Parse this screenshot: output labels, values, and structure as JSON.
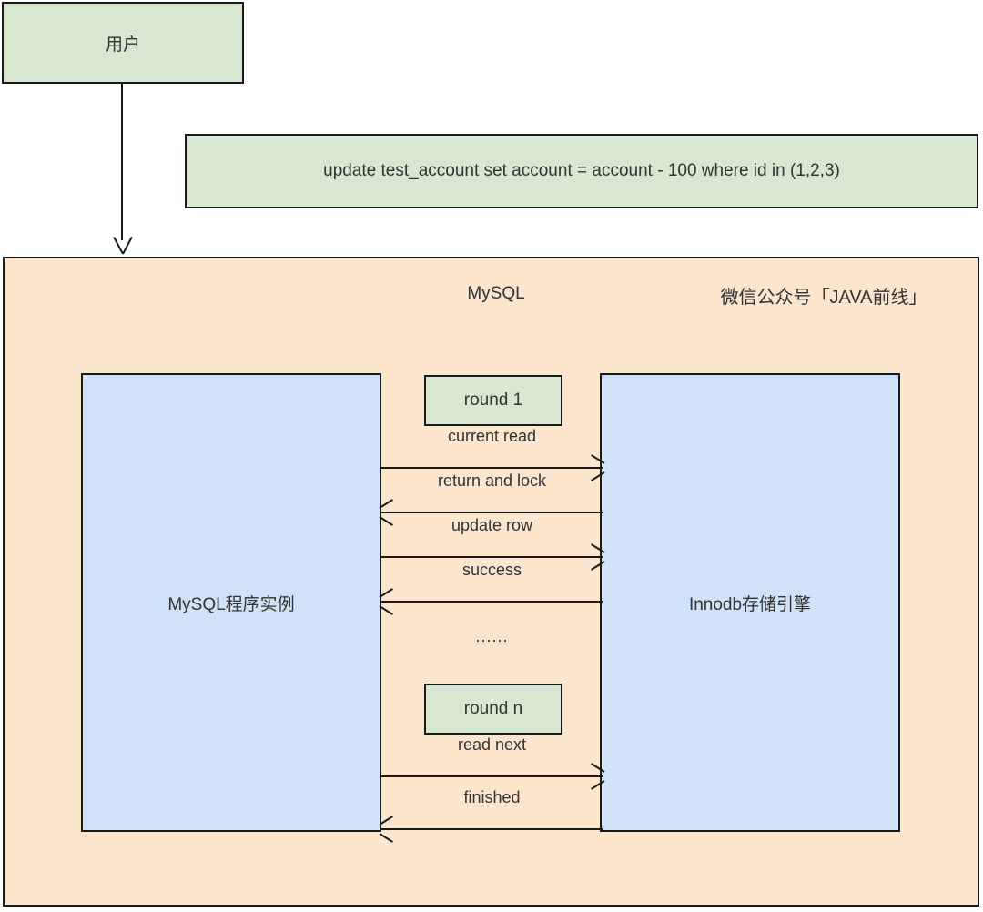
{
  "diagram": {
    "title": "MySQL current read update sequence",
    "user_box": {
      "label": "用户"
    },
    "sql_box": {
      "label": "update test_account set account = account - 100 where id in (1,2,3)"
    },
    "container": {
      "title": "MySQL",
      "watermark": "微信公众号「JAVA前线」"
    },
    "lifelines": [
      {
        "id": "left",
        "label": "MySQL程序实例"
      },
      {
        "id": "right",
        "label": "Innodb存储引擎"
      }
    ],
    "rounds": [
      {
        "id": "round-1",
        "label": "round 1"
      },
      {
        "id": "round-n",
        "label": "round n"
      }
    ],
    "ellipsis": "......",
    "messages": [
      {
        "label": "current read",
        "direction": "right"
      },
      {
        "label": "return and lock",
        "direction": "left"
      },
      {
        "label": "update row",
        "direction": "right"
      },
      {
        "label": "success",
        "direction": "left"
      },
      {
        "label": "read next",
        "direction": "right"
      },
      {
        "label": "finished",
        "direction": "left"
      }
    ],
    "colors": {
      "green_fill": "#d8e8d0",
      "orange_fill": "#fce5cd",
      "blue_fill": "#cfe2f7",
      "stroke": "#1a1a1a",
      "text": "#333333",
      "background": "#ffffff"
    }
  }
}
